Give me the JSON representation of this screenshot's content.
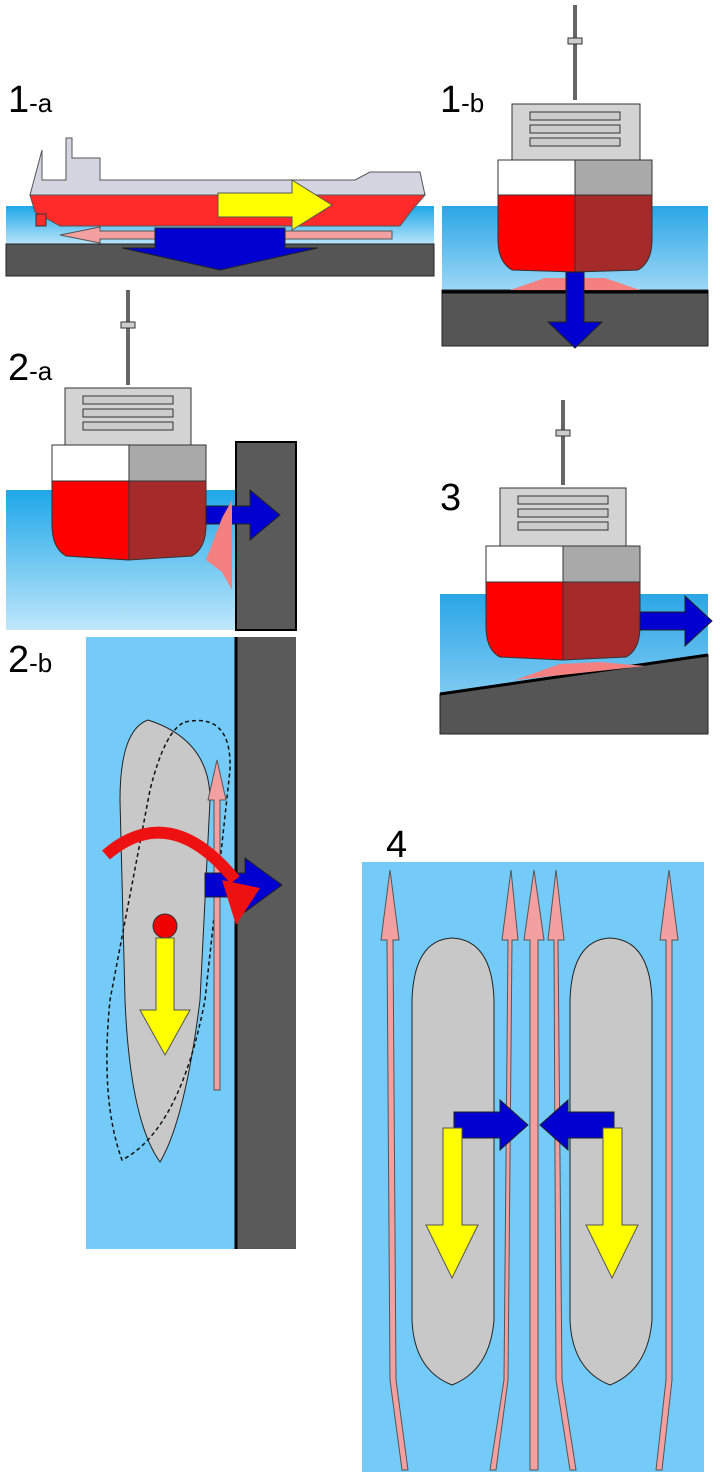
{
  "panels": {
    "p1a": {
      "number": "1",
      "suffix": "-a"
    },
    "p1b": {
      "number": "1",
      "suffix": "-b"
    },
    "p2a": {
      "number": "2",
      "suffix": "-a"
    },
    "p2b": {
      "number": "2",
      "suffix": "-b"
    },
    "p3": {
      "number": "3"
    },
    "p4": {
      "number": "4"
    }
  },
  "colors": {
    "water": "#4fc3f7",
    "water_light": "#b3e5fc",
    "water_panel": "#74cbf7",
    "seabed": "#555555",
    "wall": "#5a5a5a",
    "hull_red": "#ff0000",
    "hull_dark_red": "#a52a2a",
    "hull_white": "#ffffff",
    "superstructure": "#d3d3d3",
    "ship_plan": "#c8c8c8",
    "arrow_yellow": "#ffff00",
    "arrow_blue": "#0000d0",
    "arrow_pink": "#f5a0a0",
    "rotation_red": "#ee1111"
  },
  "icons": [
    "ship-side-view",
    "ship-front-view",
    "ship-plan-view",
    "force-arrow",
    "rotation-arrow",
    "center-of-gravity-dot"
  ]
}
